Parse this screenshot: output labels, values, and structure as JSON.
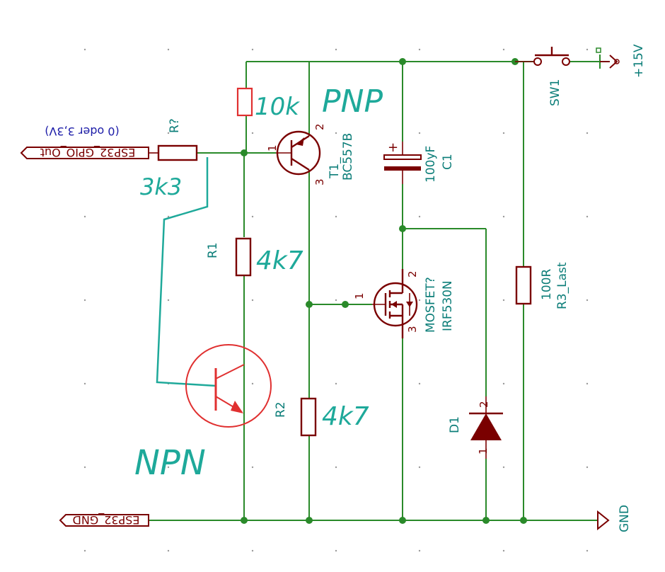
{
  "ports": {
    "gpio_out": "ESP32_GPIO_Out",
    "gnd_port": "ESP32_GND",
    "note": "(0 oder 3,3V)"
  },
  "power": {
    "vplus": "+15V",
    "gnd": "GND"
  },
  "components": {
    "r_in": {
      "ref": "R?"
    },
    "r1": {
      "ref": "R1"
    },
    "r2": {
      "ref": "R2"
    },
    "t1": {
      "ref": "T1_",
      "value": "BC557B",
      "pin_b": "1",
      "pin_c": "2",
      "pin_e": "3"
    },
    "c1": {
      "ref": "C1",
      "value": "100yF",
      "polarity": "+"
    },
    "mosfet": {
      "ref": "MOSFET?",
      "value": "IRF530N",
      "pin_g": "1",
      "pin_d": "2",
      "pin_s": "3"
    },
    "d1": {
      "ref": "D1",
      "pin_top": "2",
      "pin_bottom": "1"
    },
    "r3": {
      "ref": "R3_Last",
      "value": "100R"
    },
    "sw1": {
      "ref": "SW1"
    }
  },
  "handwritten": {
    "r_top": "10k",
    "pnp": "PNP",
    "r_in_value": "3k3",
    "r1_value": "4k7",
    "r2_value": "4k7",
    "npn": "NPN"
  }
}
